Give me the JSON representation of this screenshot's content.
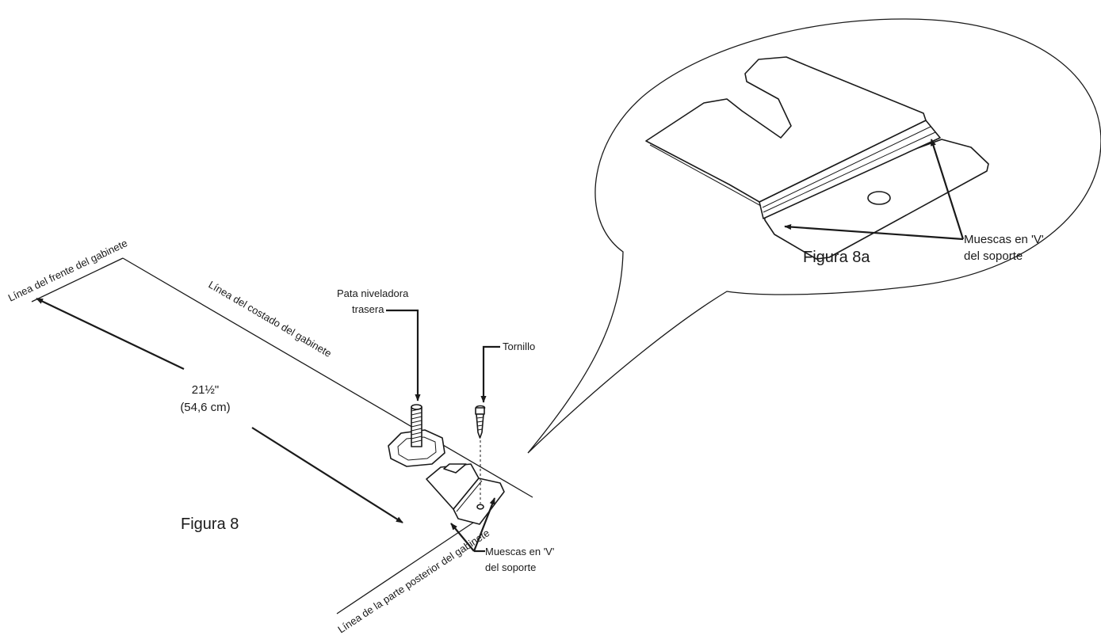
{
  "labels": {
    "front_line": "Línea del frente del gabinete",
    "side_line": "Línea del costado del gabinete",
    "back_line": "Línea de la parte posterior del gabinete",
    "leg_line1": "Pata niveladora",
    "leg_line2": "trasera",
    "screw": "Tornillo",
    "dim_imperial": "21½\"",
    "dim_metric": "(54,6 cm)",
    "notch_line1": "Muescas en 'V'",
    "notch_line2": "del soporte",
    "figure_main": "Figura 8",
    "detail_notch_line1": "Muescas en 'V'",
    "detail_notch_line2": "del soporte",
    "figure_detail": "Figura 8a"
  },
  "colors": {
    "ink": "#1a1a1a",
    "paper": "#ffffff"
  },
  "icons": [
    "leveling-leg-icon",
    "screw-icon",
    "bracket-icon"
  ]
}
